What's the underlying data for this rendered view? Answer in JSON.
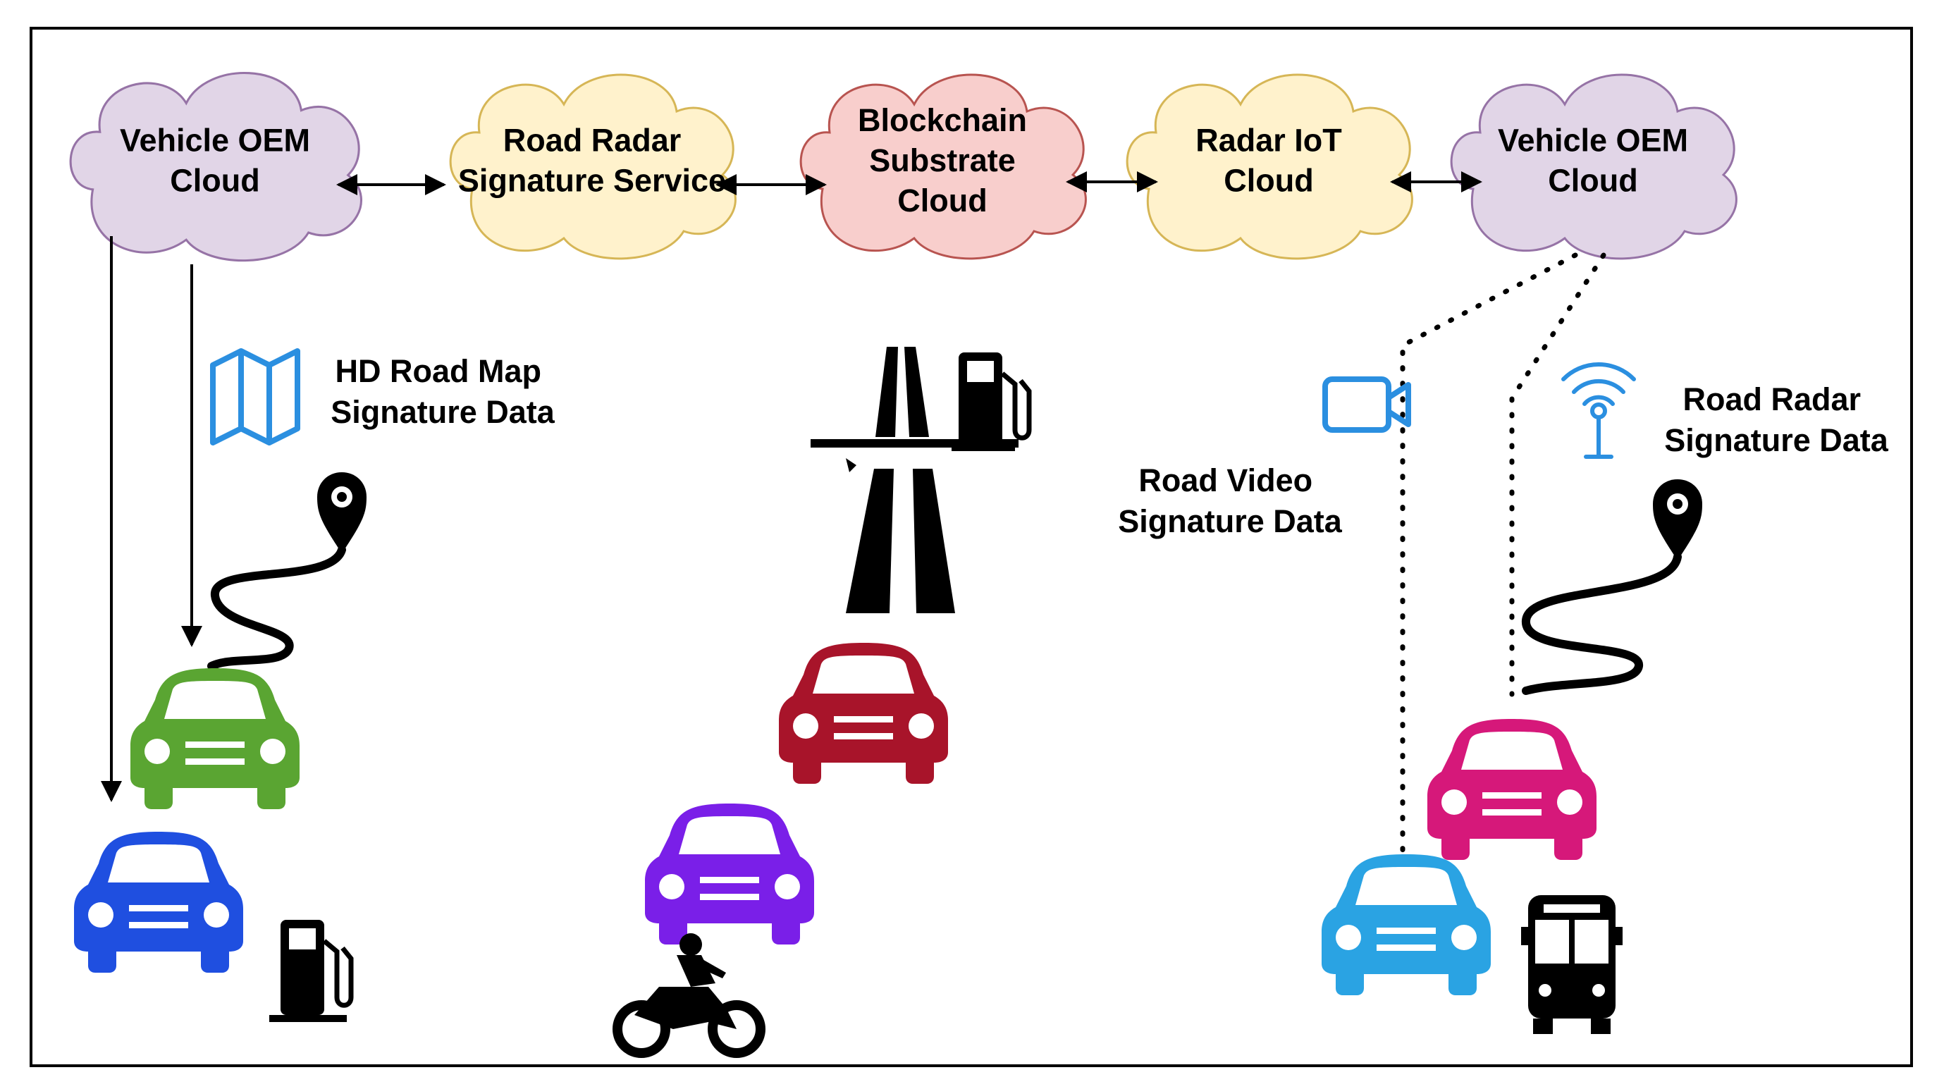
{
  "clouds": [
    {
      "id": "oem-left",
      "lines": [
        "Vehicle OEM",
        "Cloud"
      ],
      "fill": "#e1d5e7",
      "stroke": "#9673a6"
    },
    {
      "id": "radar-service",
      "lines": [
        "Road Radar",
        "Signature Service"
      ],
      "fill": "#fff2cc",
      "stroke": "#d6b656"
    },
    {
      "id": "blockchain",
      "lines": [
        "Blockchain",
        "Substrate",
        "Cloud"
      ],
      "fill": "#f8cecc",
      "stroke": "#b85450"
    },
    {
      "id": "radar-iot",
      "lines": [
        "Radar IoT",
        "Cloud"
      ],
      "fill": "#fff2cc",
      "stroke": "#d6b656"
    },
    {
      "id": "oem-right",
      "lines": [
        "Vehicle OEM",
        "Cloud"
      ],
      "fill": "#e1d5e7",
      "stroke": "#9673a6"
    }
  ],
  "labels": {
    "hd_map": [
      "HD Road Map",
      "Signature Data"
    ],
    "road_video": [
      "Road Video",
      "Signature Data"
    ],
    "road_radar": [
      "Road Radar",
      "Signature Data"
    ]
  },
  "icons": [
    "map-icon",
    "route-pin-icon",
    "highway-icon",
    "fuel-pump-icon",
    "video-camera-icon",
    "radar-antenna-icon",
    "motorcycle-icon",
    "bus-icon",
    "car-icon"
  ],
  "cars": [
    {
      "id": "green",
      "color": "#5aa532"
    },
    {
      "id": "blue",
      "color": "#1f4fe0"
    },
    {
      "id": "red",
      "color": "#a8142a"
    },
    {
      "id": "purple",
      "color": "#7a1fe8"
    },
    {
      "id": "magenta",
      "color": "#d6187a"
    },
    {
      "id": "skyblue",
      "color": "#2aa3e3"
    }
  ],
  "icon_color": "#2b8fe0"
}
